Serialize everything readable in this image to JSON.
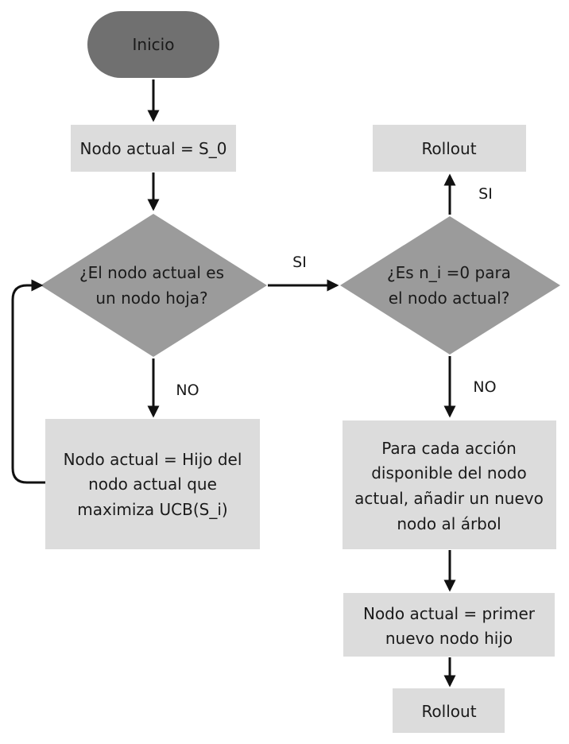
{
  "nodes": {
    "start": {
      "label": "Inicio"
    },
    "set_root": {
      "label": "Nodo actual = S_0"
    },
    "is_leaf": {
      "lines": [
        "¿El nodo actual es",
        "un nodo hoja?"
      ]
    },
    "select_child": {
      "lines": [
        "Nodo actual = Hijo del",
        "nodo actual que",
        "maximiza UCB(S_i)"
      ]
    },
    "ni_zero": {
      "lines": [
        "¿Es n_i =0 para",
        "el nodo actual?"
      ]
    },
    "rollout_top": {
      "label": "Rollout"
    },
    "expand": {
      "lines": [
        "Para cada acción",
        "disponible del nodo",
        "actual, añadir un nuevo",
        "nodo al árbol"
      ]
    },
    "first_child": {
      "lines": [
        "Nodo actual = primer",
        "nuevo nodo hijo"
      ]
    },
    "rollout_bottom": {
      "label": "Rollout"
    }
  },
  "edges": {
    "leaf_yes": "SI",
    "leaf_no": "NO",
    "ni_yes": "SI",
    "ni_no": "NO"
  }
}
